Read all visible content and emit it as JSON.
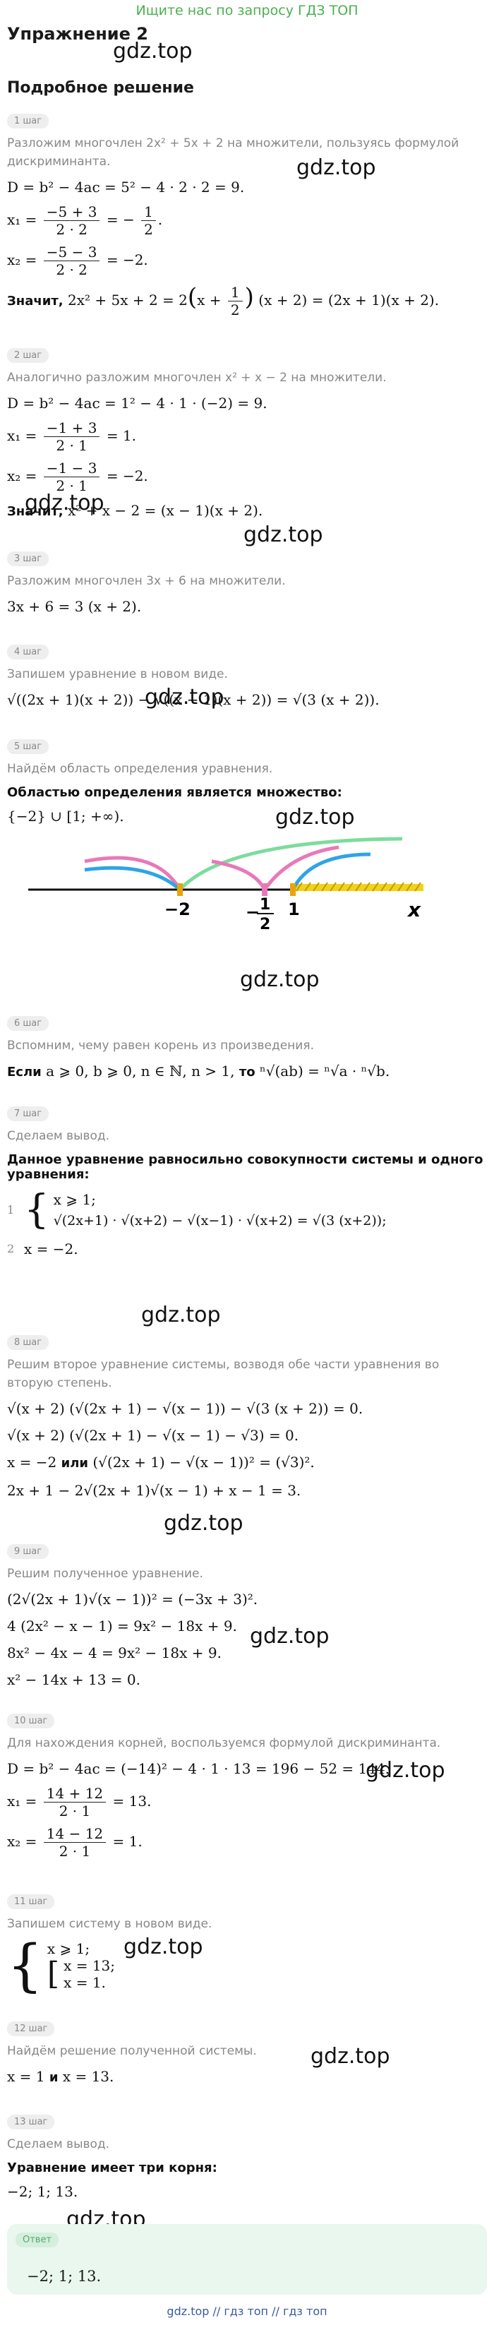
{
  "topbar": "Ищите нас по запросу ГДЗ ТОП",
  "title": "Упражнение 2",
  "subtitle": "Подробное решение",
  "watermark": "gdz.top",
  "steps": [
    {
      "label": "1 шаг",
      "intro": "Разложим многочлен 2x² + 5x + 2 на множители, пользуясь формулой дискриминанта.",
      "line1": "D = b² − 4ac = 5² − 4 · 2 · 2 = 9.",
      "x1_lhs": "x₁ =",
      "x1_num": "−5 + 3",
      "x1_den": "2 · 2",
      "x1_rhs": "= −",
      "x1_rnum": "1",
      "x1_rden": "2",
      "x2_lhs": "x₂ =",
      "x2_num": "−5 − 3",
      "x2_den": "2 · 2",
      "x2_rhs": "= −2.",
      "concl_word": "Значит,",
      "concl_a": "2x² + 5x + 2 = 2",
      "concl_b": "(x + 2) = (2x + 1)(x + 2)."
    },
    {
      "label": "2 шаг",
      "intro": "Аналогично разложим многочлен x² + x − 2 на множители.",
      "line1": "D = b² − 4ac = 1² − 4 · 1 · (−2) = 9.",
      "x1_lhs": "x₁ =",
      "x1_num": "−1 + 3",
      "x1_den": "2 · 1",
      "x1_rhs": "= 1.",
      "x2_lhs": "x₂ =",
      "x2_num": "−1 − 3",
      "x2_den": "2 · 1",
      "x2_rhs": "= −2.",
      "concl_word": "Значит,",
      "concl": "x² + x − 2 = (x − 1)(x + 2)."
    },
    {
      "label": "3 шаг",
      "intro": "Разложим многочлен 3x + 6 на множители.",
      "line1": "3x + 6 = 3 (x + 2)."
    },
    {
      "label": "4 шаг",
      "intro": "Запишем уравнение в новом виде.",
      "line1": "√((2x + 1)(x + 2)) − √((x − 1)(x + 2)) = √(3 (x + 2))."
    },
    {
      "label": "5 шаг",
      "intro": "Найдём область определения уравнения.",
      "bold": "Областью определения является множество:",
      "line1": "{−2} ∪ [1; +∞)."
    },
    {
      "label": "6 шаг",
      "intro": "Вспомним, чему равен корень из произведения.",
      "rule_word": "Если",
      "rule_a": "a ⩾ 0,  b ⩾ 0,  n ∈ ℕ,  n > 1,",
      "rule_word2": "то",
      "rule_b": "ⁿ√(ab) = ⁿ√a · ⁿ√b."
    },
    {
      "label": "7 шаг",
      "intro": "Сделаем вывод.",
      "bold": "Данное уравнение равносильно совокупности системы и одного уравнения:",
      "sys1_num": "1",
      "sys1_a": "x ⩾ 1;",
      "sys1_b": "√(2x+1) · √(x+2) − √(x−1) · √(x+2) = √(3 (x+2));",
      "sys2_num": "2",
      "sys2": "x = −2."
    },
    {
      "label": "8 шаг",
      "intro": "Решим второе уравнение системы, возводя обе части уравнения во вторую степень.",
      "l1": "√(x + 2) (√(2x + 1) − √(x − 1)) − √(3 (x + 2)) = 0.",
      "l2": "√(x + 2) (√(2x + 1) − √(x − 1) − √3) = 0.",
      "l3a": "x = −2",
      "l3w": "или",
      "l3b": "(√(2x + 1) − √(x − 1))² = (√3)².",
      "l4": "2x + 1 − 2√(2x + 1)√(x − 1) + x − 1 = 3."
    },
    {
      "label": "9 шаг",
      "intro": "Решим полученное уравнение.",
      "l1": "(2√(2x + 1)√(x − 1))² = (−3x + 3)².",
      "l2": "4 (2x² − x − 1) = 9x² − 18x + 9.",
      "l3": "8x² − 4x − 4 = 9x² − 18x + 9.",
      "l4": "x² − 14x + 13 = 0."
    },
    {
      "label": "10 шаг",
      "intro": "Для нахождения корней, воспользуемся формулой дискриминанта.",
      "line1": "D = b² − 4ac = (−14)² − 4 · 1 · 13 = 196 − 52 = 144.",
      "x1_lhs": "x₁ =",
      "x1_num": "14 + 12",
      "x1_den": "2 · 1",
      "x1_rhs": "= 13.",
      "x2_lhs": "x₂ =",
      "x2_num": "14 − 12",
      "x2_den": "2 · 1",
      "x2_rhs": "= 1."
    },
    {
      "label": "11 шаг",
      "intro": "Запишем систему в новом виде.",
      "s1": "x ⩾ 1;",
      "s2": "x = 13;",
      "s3": "x = 1."
    },
    {
      "label": "12 шаг",
      "intro": "Найдём решение полученной системы.",
      "l1a": "x = 1",
      "l1w": "и",
      "l1b": "x = 13."
    },
    {
      "label": "13 шаг",
      "intro": "Сделаем вывод.",
      "bold": "Уравнение имеет три корня:",
      "line1": "−2;  1;  13."
    }
  ],
  "numberline": {
    "labels": [
      "−2",
      "1",
      "2",
      "1",
      "x"
    ],
    "minus": "−",
    "colors": {
      "axis": "#111111",
      "pink": "#e879b9",
      "blue": "#2fa4e7",
      "green": "#7ddc9c",
      "hatch": "#f2d21a",
      "point": "#e8a40c"
    }
  },
  "answer": {
    "label": "Ответ",
    "value": "−2;  1;  13."
  },
  "footer": "gdz.top  //  гдз топ  //  гдз топ"
}
